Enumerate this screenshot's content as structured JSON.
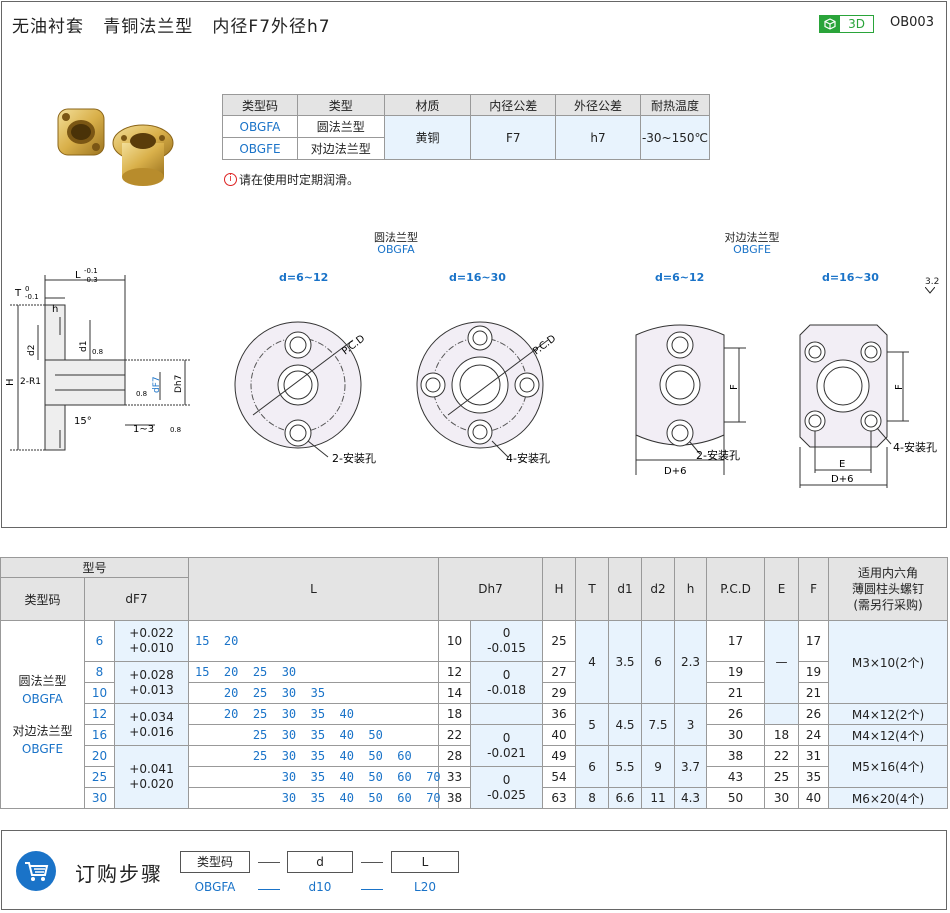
{
  "header": {
    "title": "无油衬套   青铜法兰型   内径F7外径h7",
    "badge_3d": "3D",
    "code": "OB003"
  },
  "spec_table": {
    "headers": [
      "类型码",
      "类型",
      "材质",
      "内径公差",
      "外径公差",
      "耐热温度"
    ],
    "rows": [
      {
        "code": "OBGFA",
        "type": "圆法兰型"
      },
      {
        "code": "OBGFE",
        "type": "对边法兰型"
      }
    ],
    "material": "黄铜",
    "inner_tol": "F7",
    "outer_tol": "h7",
    "temp": "-30~150℃"
  },
  "note": "请在使用时定期润滑。",
  "drawings": {
    "round_title": "圆法兰型",
    "round_code": "OBGFA",
    "flat_title": "对边法兰型",
    "flat_code": "OBGFE",
    "range_small": "d=6~12",
    "range_large": "d=16~30",
    "pcd": "P.C.D",
    "hole2": "2-安装孔",
    "hole4": "4-安装孔",
    "dim_F": "F",
    "dim_E": "E",
    "dim_D6": "D+6",
    "roughness": "3.2",
    "side": {
      "L": "L",
      "L_tol_top": "-0.1",
      "L_tol_bot": "-0.3",
      "T": "T",
      "T_tol_top": "0",
      "T_tol_bot": "-0.1",
      "h": "h",
      "d2": "d2",
      "d1": "d1",
      "H": "H",
      "R": "2-R1",
      "dF7": "dF7",
      "Dh7": "Dh7",
      "r08": "0.8",
      "angle": "15°",
      "chamfer": "1~3"
    }
  },
  "main_table": {
    "h_model": "型号",
    "h_typecode": "类型码",
    "h_d": "dF7",
    "h_L": "L",
    "h_D": "Dh7",
    "h_H": "H",
    "h_T": "T",
    "h_d1": "d1",
    "h_d2": "d2",
    "h_h": "h",
    "h_pcd": "P.C.D",
    "h_E": "E",
    "h_F": "F",
    "h_screw": "适用内六角\n薄圆柱头螺钉\n(需另行采购)",
    "type1_name": "圆法兰型",
    "type1_code": "OBGFA",
    "type2_name": "对边法兰型",
    "type2_code": "OBGFE",
    "rows": [
      {
        "d": "6",
        "L": "15  20",
        "D": "10",
        "H": "25",
        "pcd": "17",
        "F": "17"
      },
      {
        "d": "8",
        "L": "15  20  25  30",
        "D": "12",
        "H": "27",
        "pcd": "19",
        "F": "19"
      },
      {
        "d": "10",
        "L": "    20  25  30  35",
        "D": "14",
        "H": "29",
        "pcd": "21",
        "F": "21"
      },
      {
        "d": "12",
        "L": "    20  25  30  35  40",
        "D": "18",
        "H": "36",
        "pcd": "26",
        "F": "26"
      },
      {
        "d": "16",
        "L": "        25  30  35  40  50",
        "D": "22",
        "H": "40",
        "pcd": "30",
        "E": "18",
        "F": "24"
      },
      {
        "d": "20",
        "L": "        25  30  35  40  50  60",
        "D": "28",
        "H": "49",
        "pcd": "38",
        "E": "22",
        "F": "31"
      },
      {
        "d": "25",
        "L": "            30  35  40  50  60  70",
        "D": "33",
        "H": "54",
        "pcd": "43",
        "E": "25",
        "F": "35"
      },
      {
        "d": "30",
        "L": "            30  35  40  50  60  70",
        "D": "38",
        "H": "63",
        "pcd": "50",
        "E": "30",
        "F": "40"
      }
    ],
    "dtol": [
      "+0.022\n+0.010",
      "+0.028\n+0.013",
      "+0.034\n+0.016",
      "+0.041\n+0.020"
    ],
    "Dtol": [
      "0\n-0.015",
      "0\n-0.018",
      "0\n-0.021",
      "0\n-0.025"
    ],
    "groupA": {
      "T": "4",
      "d1": "3.5",
      "d2": "6",
      "h": "2.3",
      "E": "—",
      "screw": "M3×10(2个)"
    },
    "groupB": {
      "T": "5",
      "d1": "4.5",
      "d2": "7.5",
      "h": "3",
      "screw1": "M4×12(2个)",
      "screw2": "M4×12(4个)"
    },
    "groupC": {
      "T": "6",
      "d1": "5.5",
      "d2": "9",
      "h": "3.7",
      "screw": "M5×16(4个)"
    },
    "groupD": {
      "T": "8",
      "d1": "6.6",
      "d2": "11",
      "h": "4.3",
      "screw": "M6×20(4个)"
    }
  },
  "order": {
    "title": "订购步骤",
    "box1": "类型码",
    "box2": "d",
    "box3": "L",
    "val1": "OBGFA",
    "val2": "d10",
    "val3": "L20"
  }
}
